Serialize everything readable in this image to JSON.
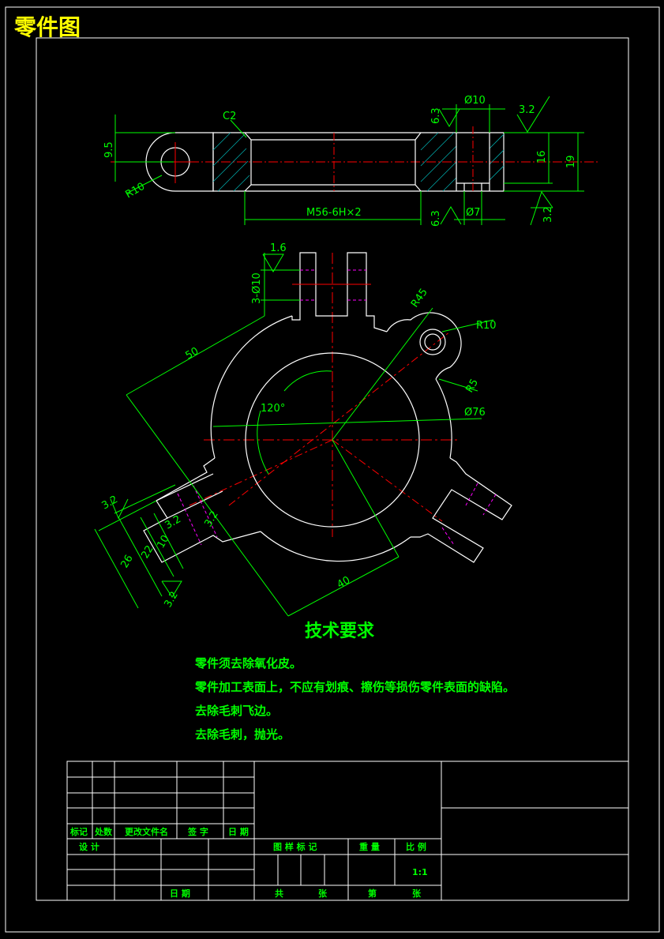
{
  "title": "零件图",
  "top_view": {
    "chamfer": "C2",
    "roughness_a": "6.3",
    "hole_d": "Ø10",
    "roughness_b": "3.2",
    "height_a": "9.5",
    "radius": "R10",
    "height_b": "16",
    "height_c": "19",
    "thread": "M56-6H×2",
    "roughness_c": "6.3",
    "hole_e": "Ø7",
    "roughness_d": "3.2"
  },
  "front_view": {
    "roughness_slot": "1.6",
    "holes": "3-Ø10",
    "r45": "R45",
    "r10": "R10",
    "r5": "R5",
    "d76": "Ø76",
    "angle": "120°",
    "len50": "50",
    "len40": "40",
    "w3_2_a": "3.2",
    "w3_2_b": "3.2",
    "w3_2_c": "3.2",
    "w3_2_d": "3.2",
    "w10": "10",
    "w22": "22",
    "w26": "26"
  },
  "tech_requirements": {
    "heading": "技术要求",
    "items": [
      "零件须去除氧化皮。",
      "零件加工表面上，不应有划痕、擦伤等损伤零件表面的缺陷。",
      "去除毛刺飞边。",
      "去除毛刺，抛光。"
    ]
  },
  "title_block": {
    "mark": "标记",
    "count": "处数",
    "change_doc": "更改文件名",
    "sign": "签 字",
    "date": "日 期",
    "design": "设 计",
    "date2": "日 期",
    "drawing_mark": "图 样 标 记",
    "weight": "重 量",
    "scale_label": "比 例",
    "scale_value": "1:1",
    "total": "共",
    "sheets": "张",
    "sheet_no": "第",
    "sheets2": "张"
  },
  "colors": {
    "background": "#000000",
    "outline": "#ffffff",
    "dimension": "#00ff00",
    "centerline": "#ff0000",
    "title": "#ffff00",
    "hidden": "#ff00ff"
  }
}
